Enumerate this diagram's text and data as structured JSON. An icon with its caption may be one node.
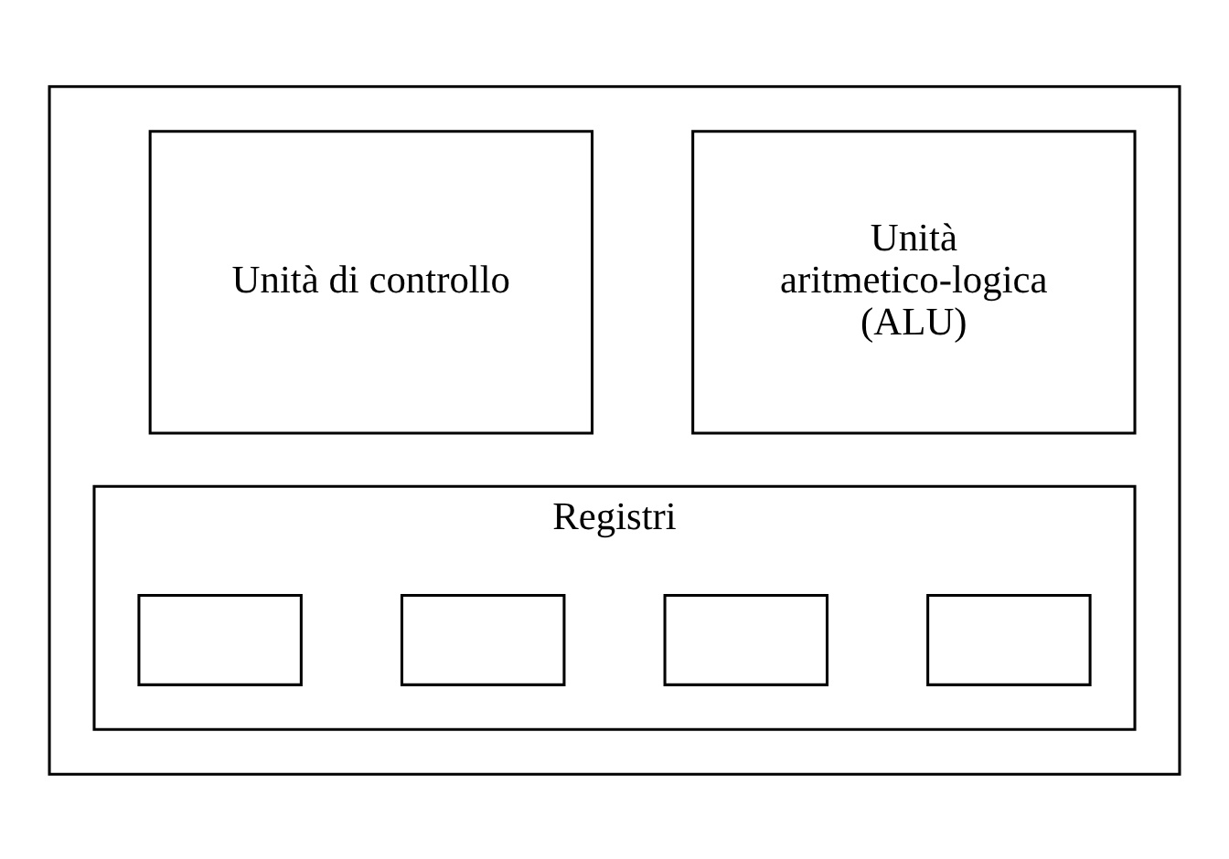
{
  "diagram": {
    "nodes": [
      {
        "text": [],
        "shape": "box"
      },
      {
        "text": [
          "Unità di controllo"
        ],
        "in": 0
      },
      {
        "text": [
          "Unità aritmetico-logica (ALU)"
        ],
        "in": 0
      },
      {
        "text": [
          "Registri"
        ],
        "in": 0
      },
      {
        "text": [],
        "shape": "box",
        "in": 3
      },
      {
        "text": [],
        "shape": "box",
        "in": 3
      },
      {
        "text": [],
        "shape": "box",
        "in": 3
      },
      {
        "text": [],
        "shape": "box",
        "in": 3
      }
    ]
  }
}
